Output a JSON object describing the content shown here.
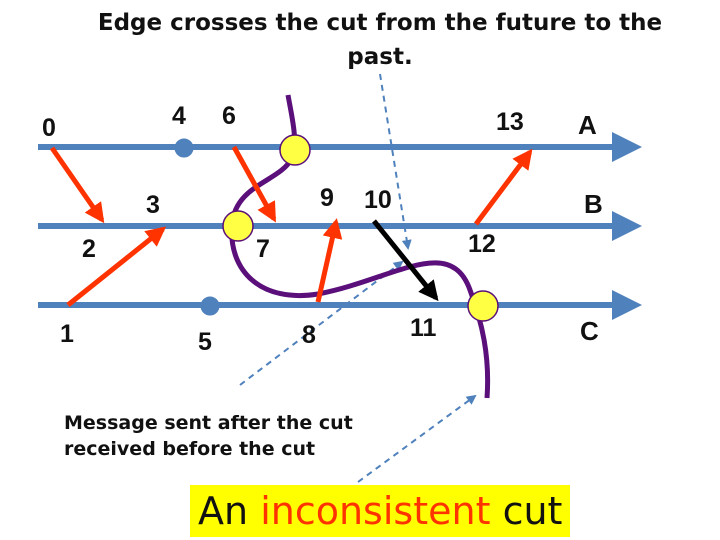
{
  "colors": {
    "process_line": "#4f81bd",
    "consistent_arrow": "#ff3300",
    "crossing_arrow": "#000000",
    "cut_curve": "#5b0f7a",
    "cut_point": "#ffff44",
    "local_event": "#4f81bd",
    "callout_line": "#4f81bd",
    "caption_bg": "#ffff00",
    "caption_highlight": "#ff3300"
  },
  "processes": [
    {
      "id": "A",
      "label": "A"
    },
    {
      "id": "B",
      "label": "B"
    },
    {
      "id": "C",
      "label": "C"
    }
  ],
  "events": [
    {
      "id": "0",
      "label": "0",
      "process": "A"
    },
    {
      "id": "1",
      "label": "1",
      "process": "C"
    },
    {
      "id": "2",
      "label": "2",
      "process": "B"
    },
    {
      "id": "3",
      "label": "3",
      "process": "B"
    },
    {
      "id": "4",
      "label": "4",
      "process": "A"
    },
    {
      "id": "5",
      "label": "5",
      "process": "C"
    },
    {
      "id": "6",
      "label": "6",
      "process": "A"
    },
    {
      "id": "7",
      "label": "7",
      "process": "B"
    },
    {
      "id": "8",
      "label": "8",
      "process": "C"
    },
    {
      "id": "9",
      "label": "9",
      "process": "B"
    },
    {
      "id": "10",
      "label": "10",
      "process": "B"
    },
    {
      "id": "11",
      "label": "11",
      "process": "C"
    },
    {
      "id": "12",
      "label": "12",
      "process": "B"
    },
    {
      "id": "13",
      "label": "13",
      "process": "A"
    }
  ],
  "messages": [
    {
      "from": "0",
      "to": "2",
      "crosses_cut": false
    },
    {
      "from": "1",
      "to": "3",
      "crosses_cut": false
    },
    {
      "from": "6",
      "to": "7",
      "crosses_cut": false
    },
    {
      "from": "8",
      "to": "9",
      "crosses_cut": false
    },
    {
      "from": "10",
      "to": "11",
      "crosses_cut": true
    },
    {
      "from": "12",
      "to": "13",
      "crosses_cut": false
    }
  ],
  "local_events": [
    "4",
    "5"
  ],
  "annotations": {
    "top_note": "Edge crosses the cut from the future to the past.",
    "left_note_line1": "Message sent after the cut",
    "left_note_line2": "received before the cut"
  },
  "caption": {
    "prefix": "An",
    "highlight": "inconsistent",
    "suffix": "cut"
  }
}
